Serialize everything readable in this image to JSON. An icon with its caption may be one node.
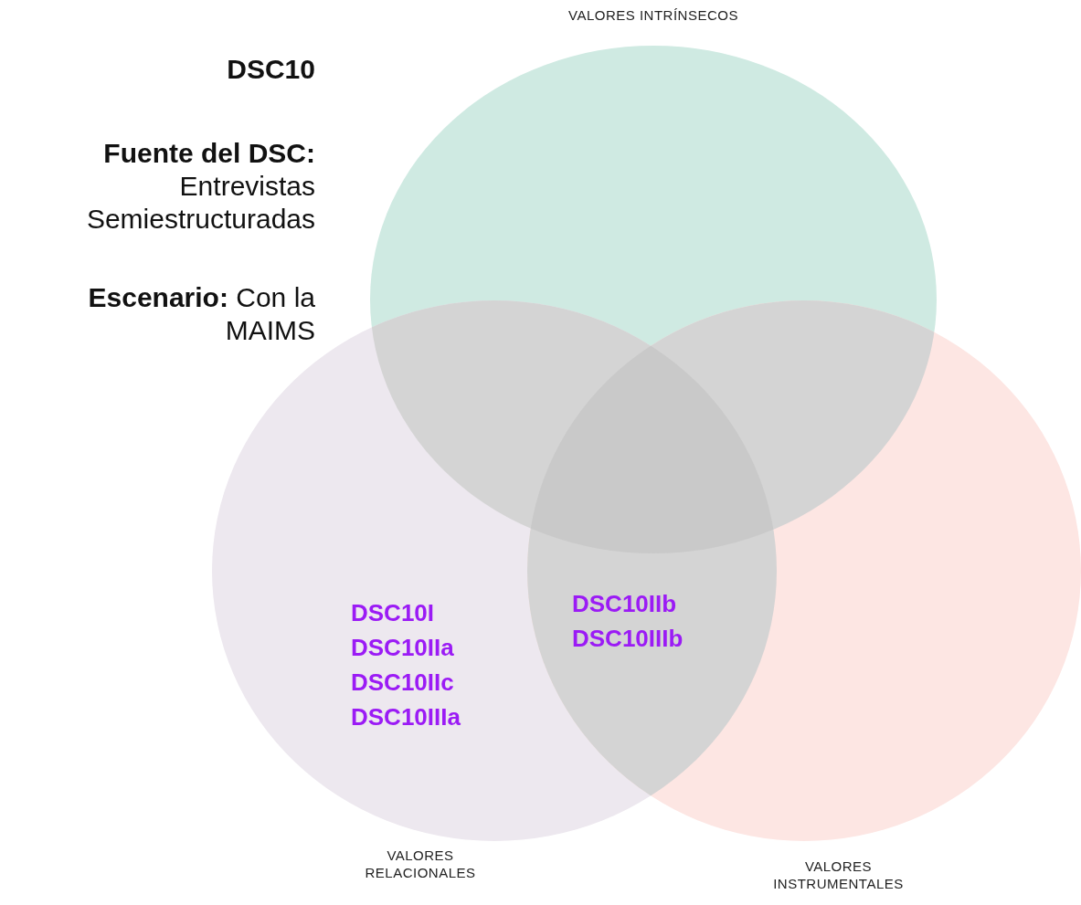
{
  "diagram": {
    "nodes": [
      {
        "text": [
          "VALORES INTRÍNSECOS"
        ]
      },
      {
        "text": [
          "VALORES RELACIONALES"
        ]
      },
      {
        "text": [
          "VALORES INSTRUMENTALES"
        ]
      }
    ],
    "labels": [
      "DSC10",
      "**Fuente del DSC:** Entrevistas Semiestructuradas",
      "**Escenario:** Con la MAIMS",
      "DSC10I",
      "DSC10IIa",
      "DSC10IIc",
      "DSC10IIIa",
      "DSC10IIb",
      "DSC10IIIb"
    ]
  }
}
